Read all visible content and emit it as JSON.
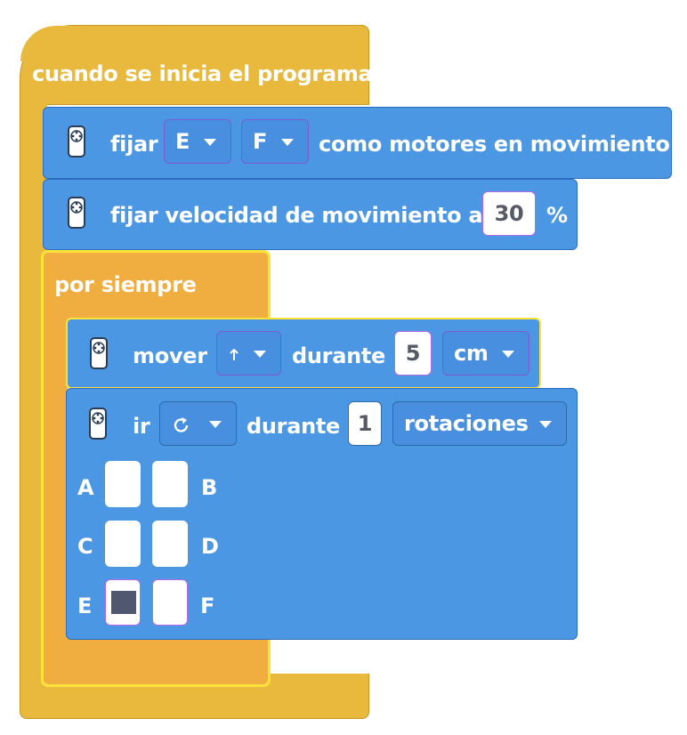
{
  "hat": {
    "label": "cuando se inicia el programa"
  },
  "set_motors": {
    "label_set": "fijar",
    "left_motor": "E",
    "right_motor": "F",
    "label_tail": "como motores en movimiento"
  },
  "set_speed": {
    "label": "fijar velocidad de movimiento al",
    "value": "30",
    "unit": "%"
  },
  "forever": {
    "label": "por siempre"
  },
  "move": {
    "label": "mover",
    "direction_icon": "arrow-up-icon",
    "label_during": "durante",
    "value": "5",
    "unit": "cm"
  },
  "go": {
    "label": "ir",
    "direction_icon": "clockwise-icon",
    "label_during": "durante",
    "value": "1",
    "unit": "rotaciones"
  },
  "ports": {
    "rows": [
      {
        "left": "A",
        "right": "B",
        "left_on": false,
        "right_on": false
      },
      {
        "left": "C",
        "right": "D",
        "left_on": false,
        "right_on": false
      },
      {
        "left": "E",
        "right": "F",
        "left_on": true,
        "right_on": false
      }
    ]
  },
  "colors": {
    "event": "#E8B93C",
    "control": "#F0AE40",
    "motion": "#4C97E4",
    "highlight": "#FFE33A"
  }
}
